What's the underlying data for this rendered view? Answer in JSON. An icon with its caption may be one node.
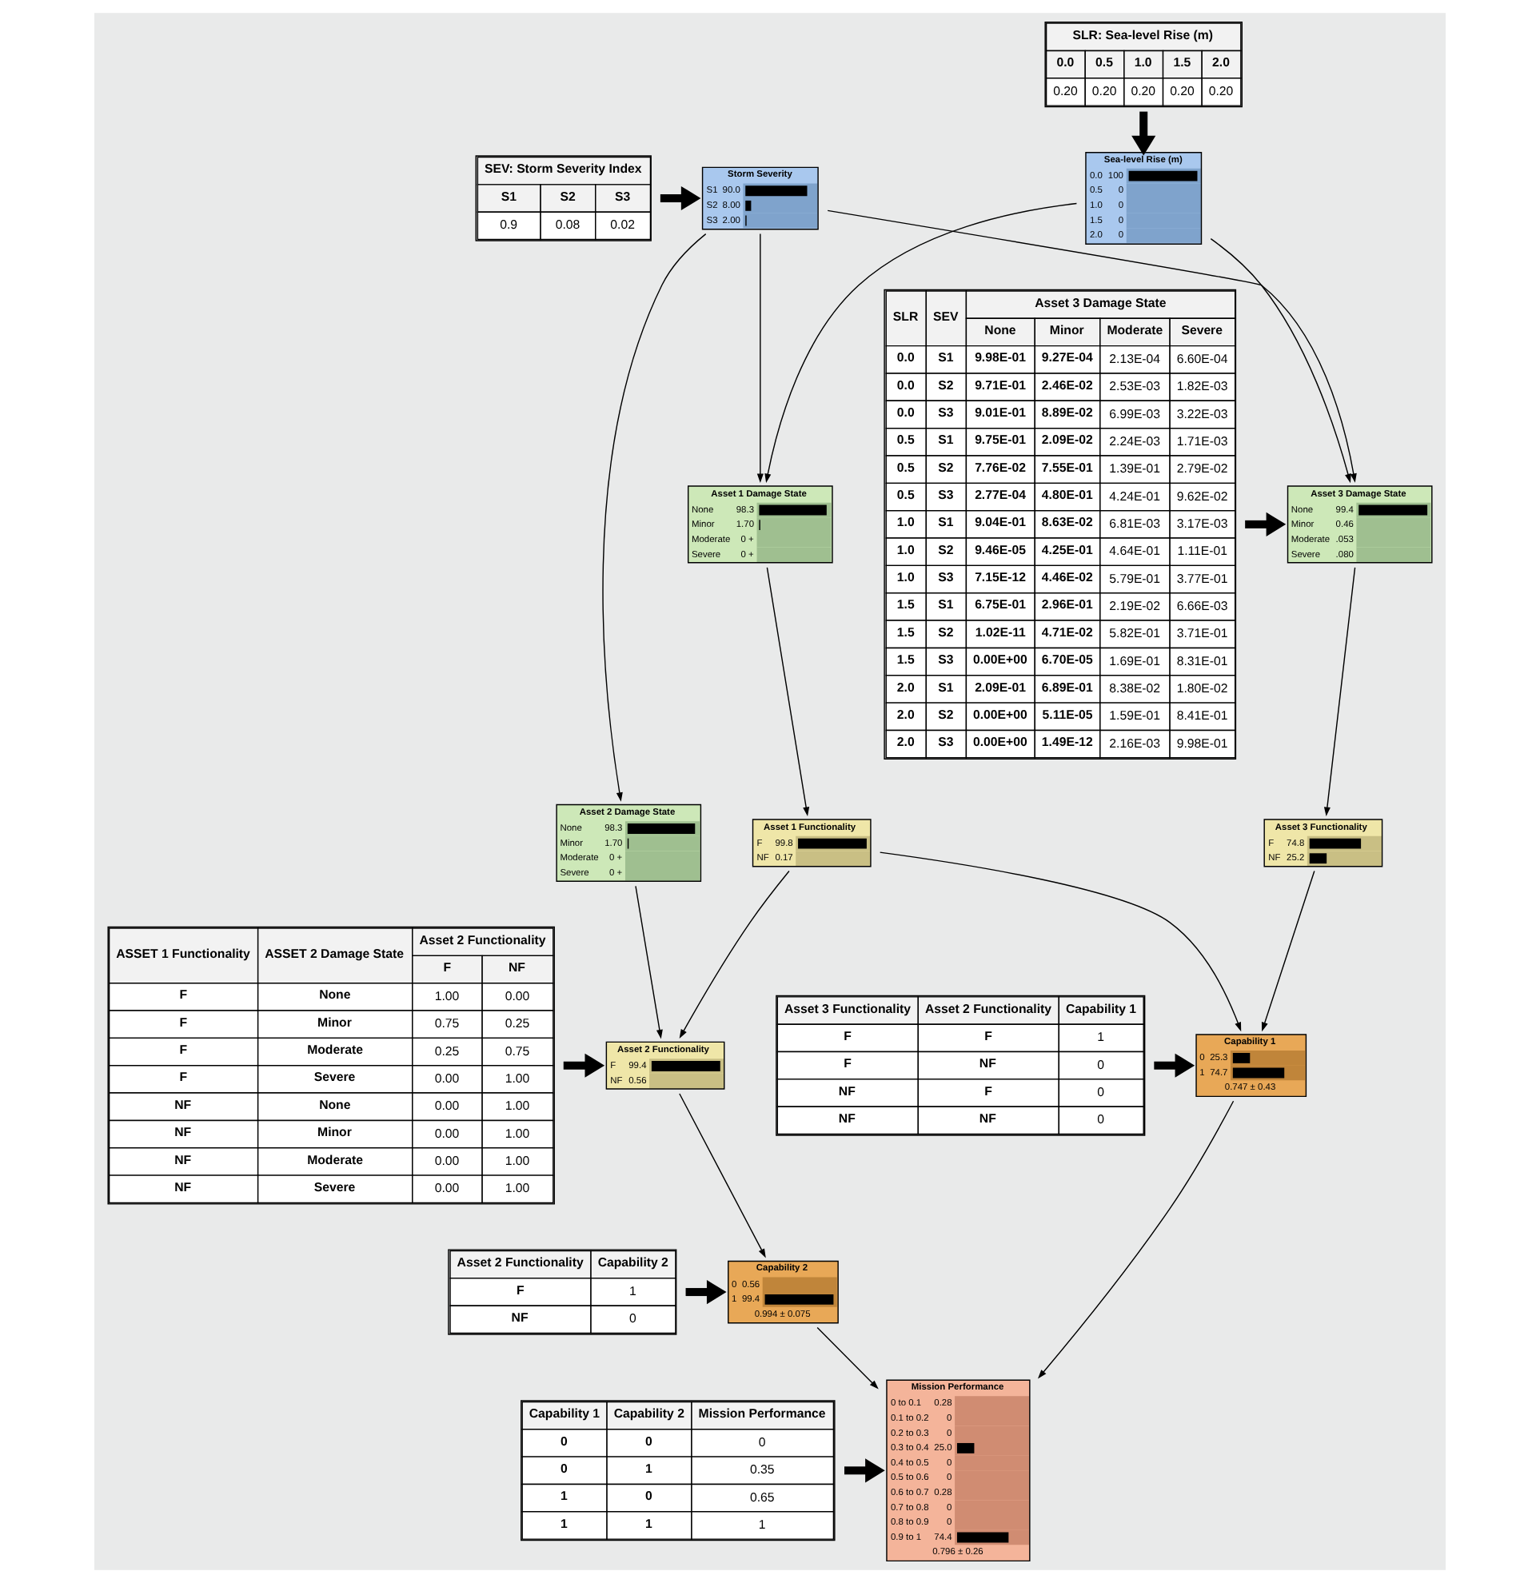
{
  "diagram": {
    "nodes": [
      {
        "text": [
          "SLR",
          "SEV",
          "Asset 3 Damage State",
          "None",
          "Minor",
          "Moderate",
          "Severe",
          "0.0",
          "S1",
          "9.98E-01",
          "9.27E-04",
          "2.13E-04",
          "6.60E-04",
          "0.0",
          "S2",
          "9.71E-01",
          "2.46E-02",
          "2.53E-03",
          "1.82E-03",
          "0.0",
          "S3",
          "9.01E-01",
          "8.89E-02",
          "6.99E-03",
          "3.22E-03",
          "0.5",
          "S1",
          "9.75E-01",
          "2.09E-02",
          "2.24E-03",
          "1.71E-03",
          "0.5",
          "S2",
          "7.76E-02",
          "7.55E-01",
          "1.39E-01",
          "2.79E-02",
          "0.5",
          "S3",
          "2.77E-04",
          "4.80E-01",
          "4.24E-01",
          "9.62E-02",
          "1.0",
          "S1",
          "9.04E-01",
          "8.63E-02",
          "6.81E-03",
          "3.17E-03",
          "1.0",
          "S2",
          "9.46E-05",
          "4.25E-01",
          "4.64E-01",
          "1.11E-01",
          "1.0",
          "S3",
          "7.15E-12",
          "4.46E-02",
          "5.79E-01",
          "3.77E-01",
          "1.5",
          "S1",
          "6.75E-01",
          "2.96E-01",
          "2.19E-02",
          "6.66E-03",
          "1.5",
          "S2",
          "1.02E-11",
          "4.71E-02",
          "5.82E-01",
          "3.71E-01",
          "1.5",
          "S3",
          "0.00E+00",
          "6.70E-05",
          "1.69E-01",
          "8.31E-01",
          "2.0",
          "S1",
          "2.09E-01",
          "6.89E-01",
          "8.38E-02",
          "1.80E-02",
          "2.0",
          "S2",
          "0.00E+00",
          "5.11E-05",
          "1.59E-01",
          "8.41E-01",
          "2.0",
          "S3",
          "0.00E+00",
          "1.49E-12",
          "2.16E-03",
          "9.98E-01"
        ]
      },
      {
        "text": [
          "SLR: Sea-level Rise (m)",
          "0.0",
          "0.5",
          "1.0",
          "1.5",
          "2.0",
          "0.20",
          "0.20",
          "0.20",
          "0.20",
          "0.20"
        ]
      },
      {
        "text": [
          "SEV: Storm Severity Index",
          "S1",
          "S2",
          "S3",
          "0.9",
          "0.08",
          "0.02"
        ]
      },
      {
        "text": [
          "Sea-level Rise (m)",
          "0.0",
          "100",
          "0.5",
          "0",
          "1.0",
          "0",
          "1.5",
          "0",
          "2.0",
          "0"
        ]
      },
      {
        "text": [
          "Storm Severity",
          "S1",
          "90.0",
          "S2",
          "8.00",
          "S3",
          "2.00"
        ]
      },
      {
        "text": [
          "Asset 3 Damage State",
          "None",
          "99.4",
          "Minor",
          "0.46",
          "Moderate",
          ".053",
          "Severe",
          ".080"
        ]
      },
      {
        "text": [
          "Asset 1 Damage State",
          "None",
          "98.3",
          "Minor",
          "1.70",
          "Moderate",
          "0 +",
          "Severe",
          "0 +"
        ]
      },
      {
        "text": [
          "Asset 2 Damage State",
          "None",
          "98.3",
          "Minor",
          "1.70",
          "Moderate",
          "0 +",
          "Severe",
          "0 +"
        ]
      },
      {
        "text": [
          "ASSET 1 Functionality",
          "ASSET 2 Damage State",
          "Asset 2 Functionality",
          "F",
          "NF",
          "F",
          "None",
          "1.00",
          "0.00",
          "F",
          "Minor",
          "0.75",
          "0.25",
          "F",
          "Moderate",
          "0.25",
          "0.75",
          "F",
          "Severe",
          "0.00",
          "1.00",
          "NF",
          "None",
          "0.00",
          "1.00",
          "NF",
          "Minor",
          "0.00",
          "1.00",
          "NF",
          "Moderate",
          "0.00",
          "1.00",
          "NF",
          "Severe",
          "0.00",
          "1.00"
        ]
      },
      {
        "text": [
          "Asset 3 Functionality",
          "F",
          "74.8",
          "NF",
          "25.2"
        ]
      },
      {
        "text": [
          "Asset 1 Functionality",
          "F",
          "99.8",
          "NF",
          "0.17"
        ]
      },
      {
        "text": [
          "Asset 2 Functionality",
          "F",
          "99.4",
          "NF",
          "0.56"
        ]
      },
      {
        "text": [
          "Capability 1",
          "0",
          "25.3",
          "1",
          "74.7",
          "0.747 ± 0.43"
        ]
      },
      {
        "text": [
          "Asset 3 Functionality",
          "Asset 2 Functionality",
          "Capability 1",
          "F",
          "F",
          "1",
          "F",
          "NF",
          "0",
          "NF",
          "F",
          "0",
          "NF",
          "NF",
          "0"
        ]
      },
      {
        "text": [
          "Capability 2",
          "0",
          "0.56",
          "1",
          "99.4",
          "0.994 ± 0.075"
        ]
      },
      {
        "text": [
          "Asset 2 Functionality",
          "Capability 2",
          "F",
          "1",
          "NF",
          "0"
        ]
      },
      {
        "text": [
          "Mission Performance",
          "0 to 0.1",
          "0.28",
          "0.1 to 0.2",
          "0",
          "0.2 to 0.3",
          "0",
          "0.3 to 0.4",
          "25.0",
          "0.4 to 0.5",
          "0",
          "0.5 to 0.6",
          "0",
          "0.6 to 0.7",
          "0.28",
          "0.7 to 0.8",
          "0",
          "0.8 to 0.9",
          "0",
          "0.9 to 1",
          "74.4",
          "0.796 ± 0.26"
        ]
      },
      {
        "text": [
          "Capability 1",
          "Capability 2",
          "Mission Performance",
          "0",
          "0",
          "0",
          "0",
          "1",
          "0.35",
          "1",
          "0",
          "0.65",
          "1",
          "1",
          "1"
        ]
      }
    ],
    "edges": [
      {
        "from": 1,
        "to": 3,
        "arrow": "to",
        "style": "thick"
      },
      {
        "from": 2,
        "to": 4,
        "arrow": "to",
        "style": "thick"
      },
      {
        "from": 0,
        "to": 5,
        "arrow": "to",
        "style": "thick"
      },
      {
        "from": 3,
        "to": 5,
        "arrow": "to"
      },
      {
        "from": 3,
        "to": 6,
        "arrow": "to"
      },
      {
        "from": 4,
        "to": 5,
        "arrow": "to"
      },
      {
        "from": 4,
        "to": 6,
        "arrow": "to"
      },
      {
        "from": 4,
        "to": 7,
        "arrow": "to"
      },
      {
        "from": 5,
        "to": 9,
        "arrow": "to"
      },
      {
        "from": 6,
        "to": 10,
        "arrow": "to"
      },
      {
        "from": 7,
        "to": 11,
        "arrow": "to"
      },
      {
        "from": 10,
        "to": 11,
        "arrow": "to"
      },
      {
        "from": 8,
        "to": 11,
        "arrow": "to",
        "style": "thick"
      },
      {
        "from": 9,
        "to": 12,
        "arrow": "to"
      },
      {
        "from": 10,
        "to": 12,
        "arrow": "to"
      },
      {
        "from": 13,
        "to": 12,
        "arrow": "to",
        "style": "thick"
      },
      {
        "from": 11,
        "to": 14,
        "arrow": "to"
      },
      {
        "from": 15,
        "to": 14,
        "arrow": "to",
        "style": "thick"
      },
      {
        "from": 12,
        "to": 16,
        "arrow": "to"
      },
      {
        "from": 14,
        "to": 16,
        "arrow": "to"
      },
      {
        "from": 17,
        "to": 16,
        "arrow": "to",
        "style": "thick"
      }
    ]
  }
}
